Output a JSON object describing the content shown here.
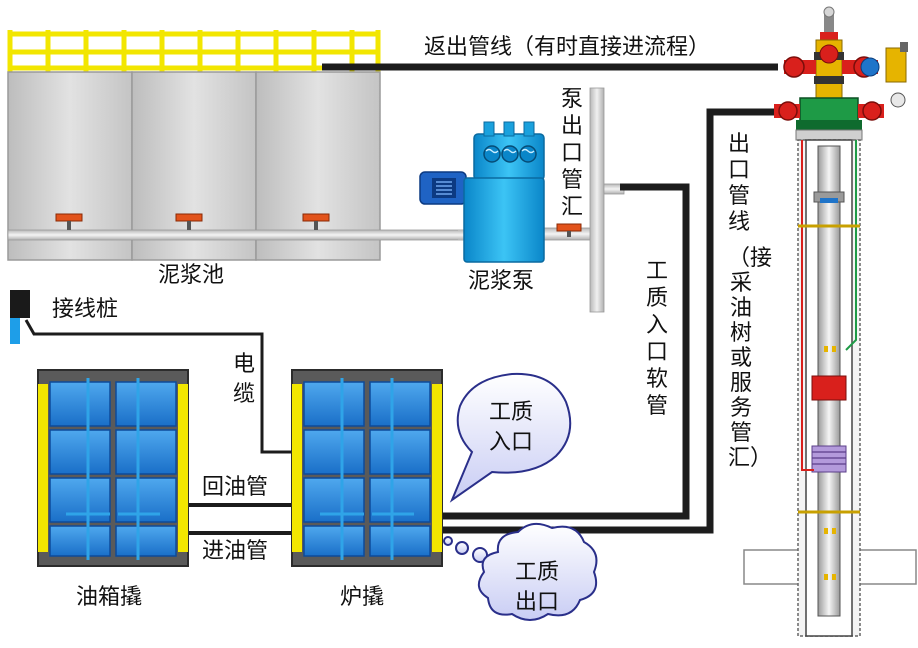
{
  "labels": {
    "return_line": "返出管线（有时直接进流程）",
    "mud_pit": "泥浆池",
    "mud_pump": "泥浆泵",
    "pump_outlet_manifold": "泵出口管汇",
    "terminal_post": "接线桩",
    "cable": "电缆",
    "oil_return_pipe": "回油管",
    "oil_feed_pipe": "进油管",
    "oil_tank_skid": "油箱撬",
    "furnace_skid": "炉撬",
    "fluid_inlet_hose": "工质入口软管",
    "fluid_inlet_bubble": "工质入口",
    "fluid_outlet_bubble": "工质出口",
    "outlet_line": "出口管线",
    "outlet_line_note": "（接采油树或服务管汇）"
  },
  "colors": {
    "tank_gray": "#d4d4d4",
    "rail_yellow": "#f2e600",
    "equipment_blue": "#16a6e8",
    "skid_blue": "#1f86d6",
    "pipe_black": "#1c1c1c",
    "valve_red": "#d9201c",
    "wellhead_green": "#1e9a46"
  }
}
